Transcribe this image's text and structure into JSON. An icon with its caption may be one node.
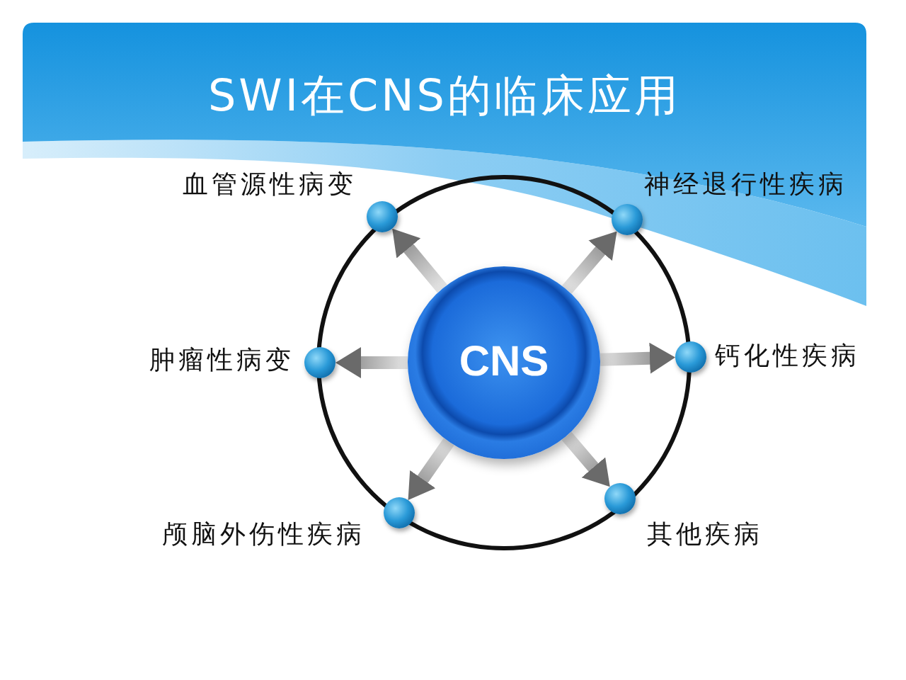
{
  "diagram": {
    "title": "SWI在CNS的临床应用",
    "nodes": [
      {
        "text": [],
        "shape": "circle",
        "beside": [
          "血管源性病变"
        ]
      },
      {
        "text": [],
        "shape": "circle",
        "beside": [
          "神经退行性疾病"
        ]
      },
      {
        "text": [],
        "shape": "circle",
        "beside": [
          "肿瘤性病变"
        ]
      },
      {
        "text": [
          "CNS"
        ]
      },
      {
        "text": [],
        "shape": "circle",
        "beside": [
          "钙化性疾病"
        ]
      },
      {
        "text": [],
        "shape": "circle",
        "beside": [
          "颅脑外伤性疾病"
        ]
      },
      {
        "text": [],
        "shape": "circle",
        "beside": [
          "其他疾病"
        ]
      }
    ],
    "edges": [
      {
        "from": 3,
        "to": 0,
        "arrow": "to"
      },
      {
        "from": 3,
        "to": 1,
        "arrow": "to"
      },
      {
        "from": 3,
        "to": 2,
        "arrow": "to"
      },
      {
        "from": 3,
        "to": 4,
        "arrow": "to"
      },
      {
        "from": 3,
        "to": 5,
        "arrow": "to"
      },
      {
        "from": 3,
        "to": 6,
        "arrow": "to"
      }
    ]
  }
}
